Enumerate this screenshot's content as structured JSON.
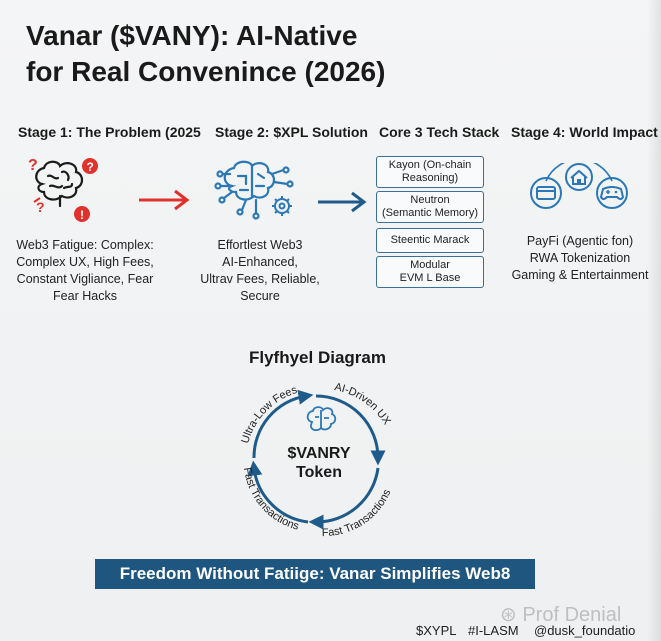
{
  "title": {
    "line1": "Vanar ($VANY): AI-Native",
    "line2": "for Real Convenince  (2026)"
  },
  "stages": [
    {
      "heading": "Stage 1: The Problem (2025",
      "icon": "confused-brain-icon",
      "lines": [
        "Web3 Fatigue: Complex:",
        "Complex UX, High Fees,",
        "Constant Vigliance, Fear",
        "Fear Hacks"
      ]
    },
    {
      "heading": "Stage 2: $XPL Solution",
      "icon": "circuit-brain-icon",
      "lines": [
        "Effortlest Web3",
        "AI-Enhanced,",
        "Ultrav Fees, Reliable,",
        "Secure"
      ]
    },
    {
      "heading": "Core 3 Tech Stack",
      "boxes": [
        [
          "Kayon (On-chain",
          "Reasoning)"
        ],
        [
          "Neutron",
          "(Semantic Memory)"
        ],
        [
          "Steentic Marack"
        ],
        [
          "Modular",
          "EVM L Base"
        ]
      ]
    },
    {
      "heading": "Stage 4: World Impact",
      "icons": [
        "payment-card-icon",
        "home-icon",
        "gamepad-icon"
      ],
      "lines": [
        "PayFi (Agentic fon)",
        "RWA Tokenization",
        "Gaming & Entertainment"
      ]
    }
  ],
  "flywheel": {
    "title": "Flyfhyel Diagram",
    "center_line1": "$VANRY",
    "center_line2": "Token",
    "labels": [
      "Ultra-Low Fees",
      "AI-Driven UX",
      "Fast Transactions",
      "Fast Transactions"
    ]
  },
  "banner": "Freedom Without Fatiige: Vanar Simplifies Web8",
  "watermark": "Prof Denial",
  "footer": [
    "$XYPL",
    "#I-LASM",
    "@dusk_foundatio"
  ],
  "colors": {
    "accent_blue": "#1f567f",
    "arrow_red": "#e0312c",
    "arrow_blue": "#1f5b8a",
    "icon_blue": "#2a78b8"
  }
}
